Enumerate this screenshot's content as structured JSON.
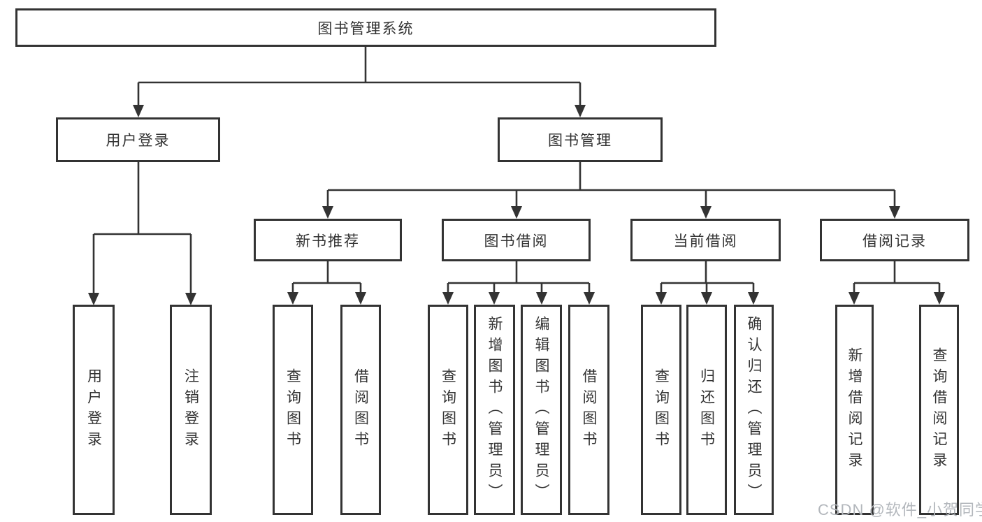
{
  "tree": {
    "label": "图书管理系统",
    "children": [
      {
        "label": "用户登录",
        "children": [
          {
            "label": "用户登录"
          },
          {
            "label": "注销登录"
          }
        ]
      },
      {
        "label": "图书管理",
        "children": [
          {
            "label": "新书推荐",
            "children": [
              {
                "label": "查询图书"
              },
              {
                "label": "借阅图书"
              }
            ]
          },
          {
            "label": "图书借阅",
            "children": [
              {
                "label": "查询图书"
              },
              {
                "label": "新增图书（管理员）"
              },
              {
                "label": "编辑图书（管理员）"
              },
              {
                "label": "借阅图书"
              }
            ]
          },
          {
            "label": "当前借阅",
            "children": [
              {
                "label": "查询图书"
              },
              {
                "label": "归还图书"
              },
              {
                "label": "确认归还（管理员）"
              }
            ]
          },
          {
            "label": "借阅记录",
            "children": [
              {
                "label": "新增借阅记录"
              },
              {
                "label": "查询借阅记录"
              }
            ]
          }
        ]
      }
    ]
  },
  "watermark": {
    "text": "CSDN @软件_小贺同学"
  },
  "colors": {
    "line": "#333333",
    "box_border": "#333333",
    "text": "#333333",
    "watermark": "#b3b7bc",
    "background": "#ffffff"
  }
}
